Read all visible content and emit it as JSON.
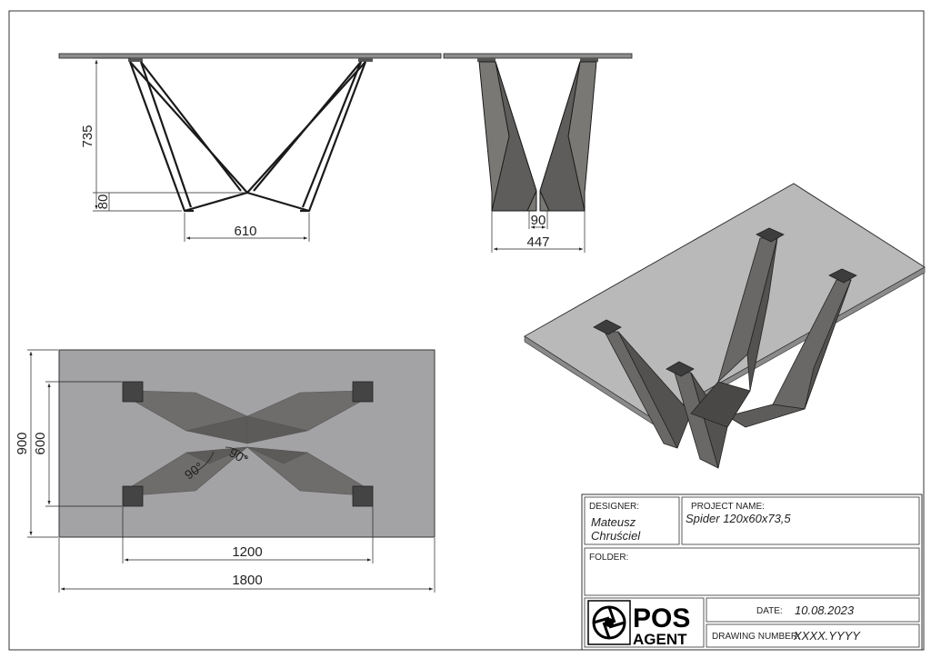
{
  "dimensions": {
    "front_height": "735",
    "front_crossbar_height": "80",
    "front_base_width": "610",
    "side_inner_width": "90",
    "side_base_width": "447",
    "top_height": "900",
    "top_leg_spacing_y": "600",
    "top_leg_spacing_x": "1200",
    "top_width": "1800",
    "angle_left": "90°",
    "angle_right": "90°"
  },
  "title_block": {
    "designer_label": "DESIGNER:",
    "designer_line1": "Mateusz",
    "designer_line2": "Chruściel",
    "project_label": "PROJECT NAME:",
    "project_value": "Spider 120x60x73,5",
    "folder_label": "FOLDER:",
    "date_label": "DATE:",
    "date_value": "10.08.2023",
    "drawing_number_label": "DRAWING NUMBER:",
    "drawing_number_value": "XXXX.YYYY",
    "logo_line1": "POS",
    "logo_line2": "AGENT"
  },
  "colors": {
    "steel": "#6b6966",
    "glass": "#a3a3a6",
    "outline": "#1a1a1a"
  }
}
